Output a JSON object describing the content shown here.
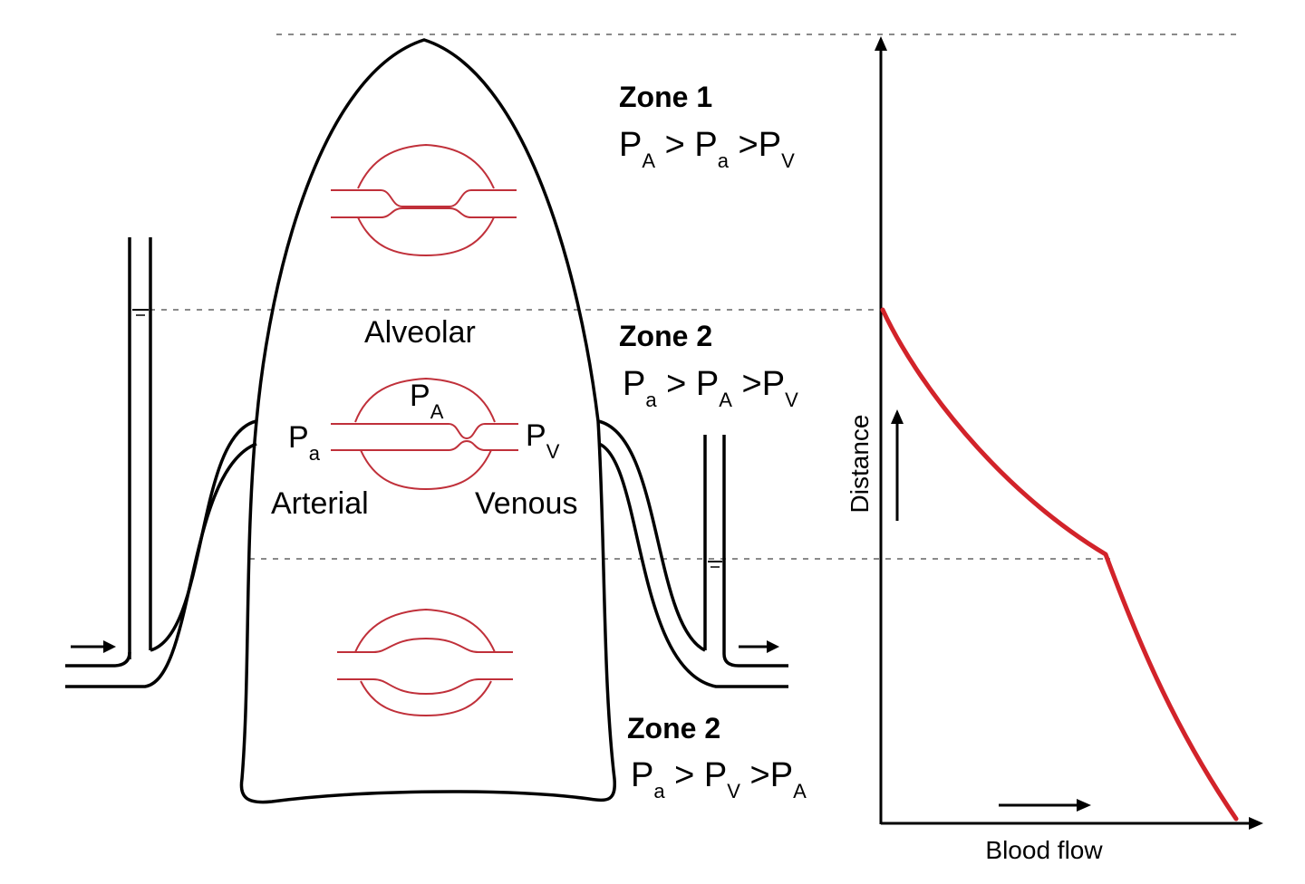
{
  "zones": [
    {
      "title": "Zone 1",
      "formula": [
        [
          "P",
          "A"
        ],
        [
          " > P",
          "a"
        ],
        [
          " >P",
          "V"
        ]
      ]
    },
    {
      "title": "Zone 2",
      "formula": [
        [
          "P",
          "a"
        ],
        [
          " > P",
          "A"
        ],
        [
          " >P",
          "V"
        ]
      ]
    },
    {
      "title": "Zone 2",
      "formula": [
        [
          "P",
          "a"
        ],
        [
          " > P",
          "V"
        ],
        [
          " >P",
          "A"
        ]
      ]
    }
  ],
  "labels": {
    "alveolar": "Alveolar",
    "arterial": "Arterial",
    "venous": "Venous",
    "p_a_main": "P",
    "p_a_sub": "A",
    "p_art_main": "P",
    "p_art_sub": "a",
    "p_v_main": "P",
    "p_v_sub": "V"
  },
  "graph": {
    "xlabel": "Blood flow",
    "ylabel": "Distance",
    "line_color": "#d2232a"
  },
  "colors": {
    "vessel": "#c0303a",
    "outline": "#000000",
    "guide": "#8a8a8a"
  }
}
